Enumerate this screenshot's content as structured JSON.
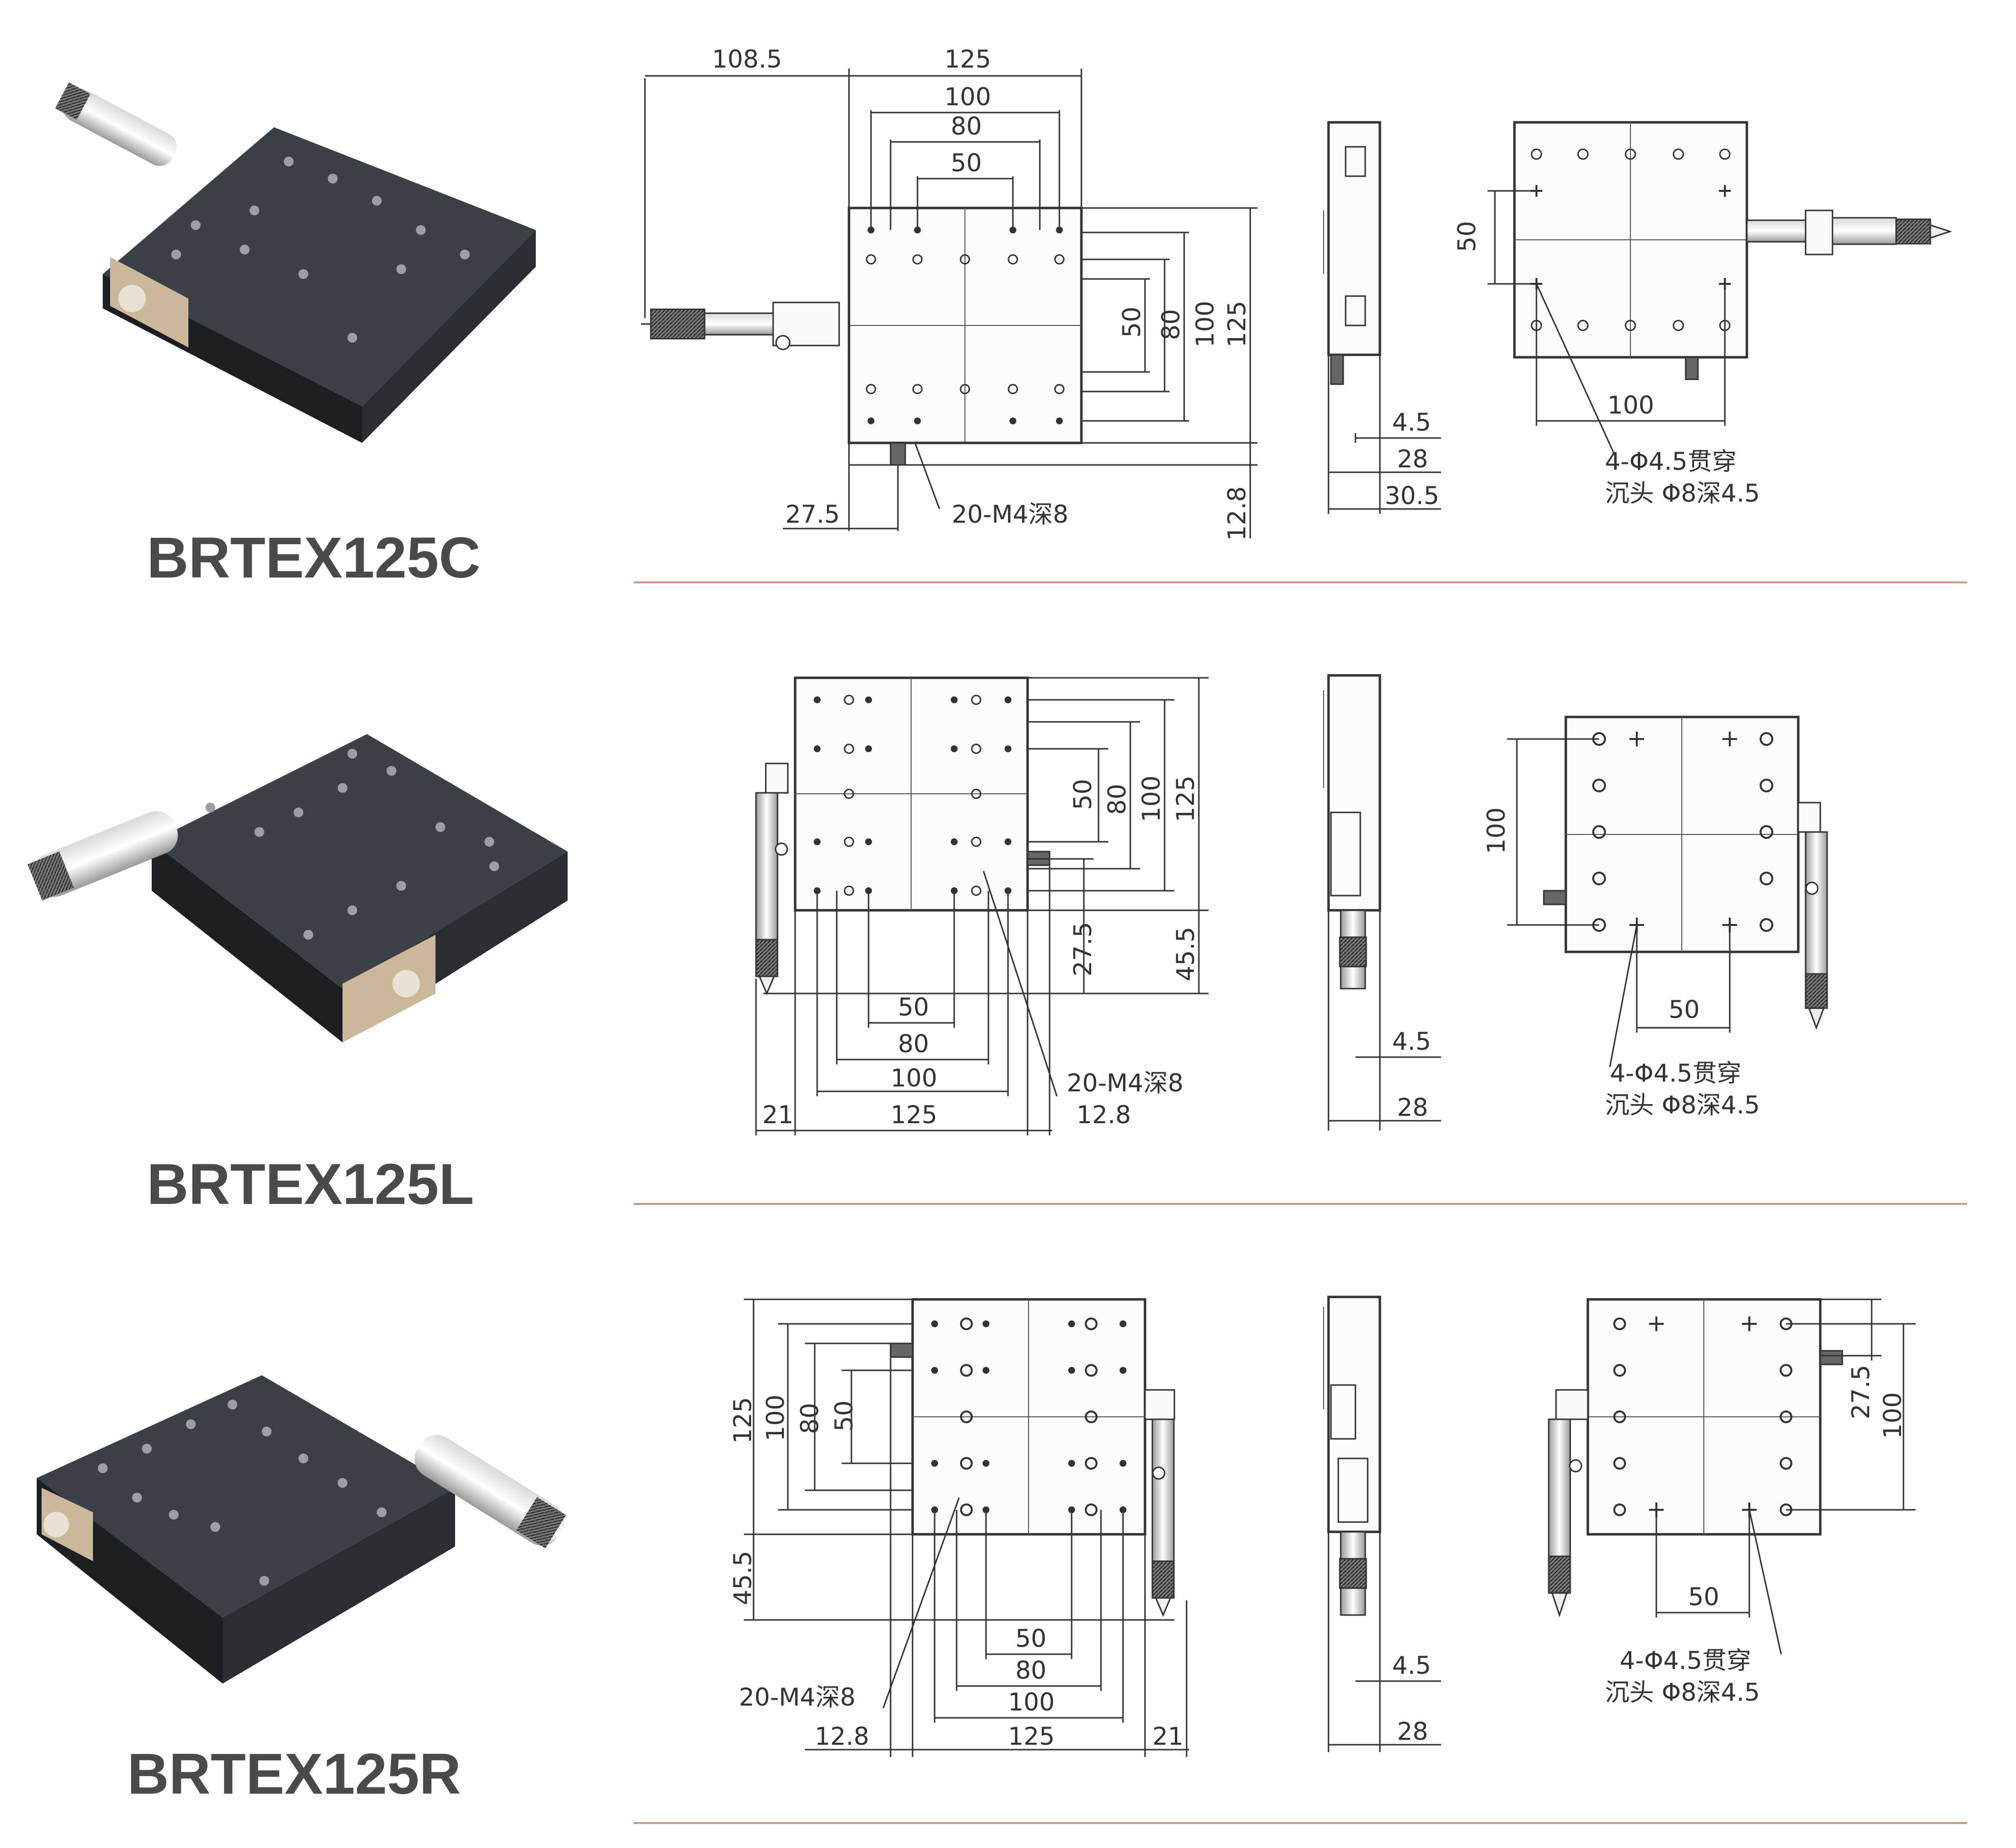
{
  "colors": {
    "divider": "#c99a86",
    "line": "#333333",
    "label": "#4a4a4a",
    "stage_top": "#3b4046"
  },
  "sections": [
    {
      "model": "BRTEX125C",
      "top_view": {
        "d_108_5": "108.5",
        "d_125": "125",
        "d_100": "100",
        "d_80": "80",
        "d_50": "50",
        "v_50": "50",
        "v_80": "80",
        "v_100": "100",
        "v_125": "125",
        "d_27_5": "27.5",
        "d_12_8": "12.8",
        "holes": "20-M4深8"
      },
      "side_view": {
        "d_4_5": "4.5",
        "d_28": "28",
        "d_30_5": "30.5"
      },
      "bottom_view": {
        "v_50": "50",
        "d_100": "100",
        "note1": "4-Φ4.5贯穿",
        "note2": "沉头 Φ8深4.5"
      }
    },
    {
      "model": "BRTEX125L",
      "top_view": {
        "v_50": "50",
        "v_80": "80",
        "v_100": "100",
        "v_125": "125",
        "v_27_5": "27.5",
        "v_45_5": "45.5",
        "d_50": "50",
        "d_80": "80",
        "d_100": "100",
        "d_125": "125",
        "d_21": "21",
        "d_12_8": "12.8",
        "holes": "20-M4深8"
      },
      "side_view": {
        "d_4_5": "4.5",
        "d_28": "28"
      },
      "bottom_view": {
        "v_100": "100",
        "d_50": "50",
        "note1": "4-Φ4.5贯穿",
        "note2": "沉头 Φ8深4.5"
      }
    },
    {
      "model": "BRTEX125R",
      "top_view": {
        "v_125": "125",
        "v_100": "100",
        "v_80": "80",
        "v_50": "50",
        "v_45_5": "45.5",
        "d_50": "50",
        "d_80": "80",
        "d_100": "100",
        "d_125": "125",
        "d_12_8": "12.8",
        "d_21": "21",
        "holes": "20-M4深8"
      },
      "side_view": {
        "d_4_5": "4.5",
        "d_28": "28"
      },
      "bottom_view": {
        "v_27_5": "27.5",
        "v_100": "100",
        "d_50": "50",
        "note1": "4-Φ4.5贯穿",
        "note2": "沉头 Φ8深4.5"
      }
    }
  ]
}
